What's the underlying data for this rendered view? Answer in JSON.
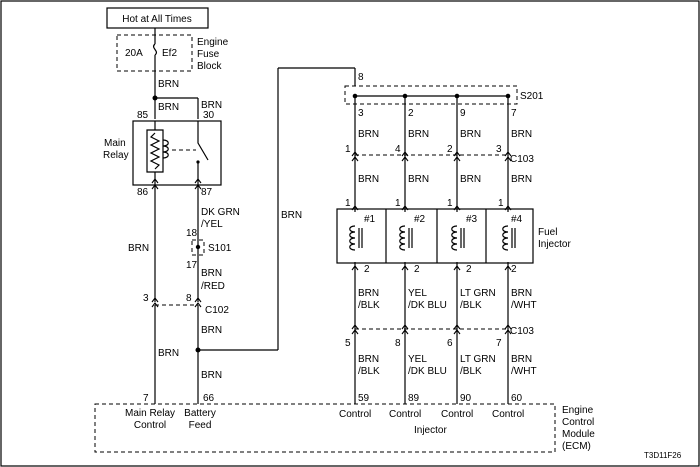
{
  "power": {
    "source": "Hot at All Times",
    "fuse_amp": "20A",
    "fuse_id": "Ef2",
    "fuse_block": [
      "Engine",
      "Fuse",
      "Block"
    ]
  },
  "relay": {
    "name": [
      "Main",
      "Relay"
    ],
    "pins": {
      "p85": "85",
      "p30": "30",
      "p86": "86",
      "p87": "87"
    }
  },
  "splices": {
    "s101": "S101",
    "s101_in": "18",
    "s101_out": "17",
    "s201": "S201",
    "s201_in": "8"
  },
  "connectors": {
    "c102": "C102",
    "c103": "C103"
  },
  "wires": {
    "brn": "BRN",
    "dkgrn": [
      "DK GRN",
      "/YEL"
    ],
    "brnred": [
      "BRN",
      "/RED"
    ]
  },
  "c102_pins": {
    "left": "3",
    "right": "8"
  },
  "injector_block": {
    "label": [
      "Fuel",
      "Injector"
    ]
  },
  "injectors": [
    {
      "num": "#1",
      "s201_pin": "3",
      "c103_pin": "1",
      "in_pin": "1",
      "out_pin": "2",
      "out_wire": [
        "BRN",
        "/BLK"
      ],
      "c103b_pin": "5",
      "ecm_pin": "59",
      "ecm_label": "Control"
    },
    {
      "num": "#2",
      "s201_pin": "2",
      "c103_pin": "4",
      "in_pin": "1",
      "out_pin": "2",
      "out_wire": [
        "YEL",
        "/DK BLU"
      ],
      "c103b_pin": "8",
      "ecm_pin": "89",
      "ecm_label": "Control"
    },
    {
      "num": "#3",
      "s201_pin": "9",
      "c103_pin": "2",
      "in_pin": "1",
      "out_pin": "2",
      "out_wire": [
        "LT GRN",
        "/BLK"
      ],
      "c103b_pin": "6",
      "ecm_pin": "90",
      "ecm_label": "Control"
    },
    {
      "num": "#4",
      "s201_pin": "7",
      "c103_pin": "3",
      "in_pin": "1",
      "out_pin": "2",
      "out_wire": [
        "BRN",
        "/WHT"
      ],
      "c103b_pin": "7",
      "ecm_pin": "60",
      "ecm_label": "Control"
    }
  ],
  "ecm": {
    "name": [
      "Engine",
      "Control",
      "Module",
      "(ECM)"
    ],
    "main_relay_pin": "7",
    "main_relay_label": [
      "Main Relay",
      "Control"
    ],
    "battery_pin": "66",
    "battery_label": [
      "Battery",
      "Feed"
    ],
    "injector_label": "Injector"
  },
  "figure_code": "T3D11F26"
}
